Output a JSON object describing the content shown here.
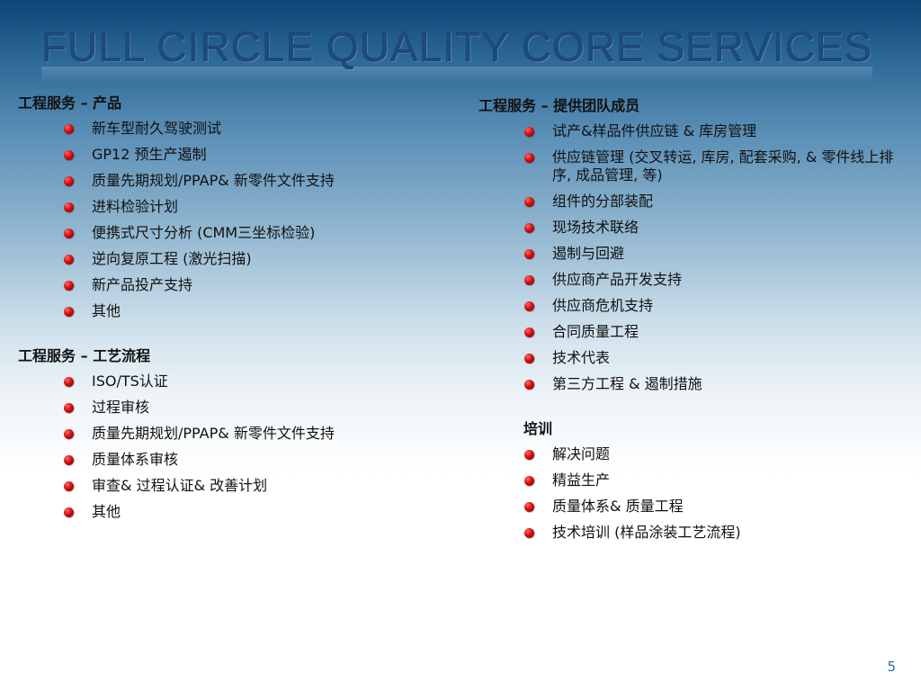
{
  "title": "FULL CIRCLE QUALITY CORE SERVICES",
  "left": {
    "sections": [
      {
        "heading": "工程服务 – 产品",
        "items": [
          "新车型耐久驾驶测试",
          "GP12 预生产遏制",
          "质量先期规划/PPAP& 新零件文件支持",
          "进料检验计划",
          "便携式尺寸分析 (CMM三坐标检验)",
          "逆向复原工程 (激光扫描)",
          "新产品投产支持",
          "其他"
        ]
      },
      {
        "heading": "工程服务 – 工艺流程",
        "items": [
          "ISO/TS认证",
          "过程审核",
          "质量先期规划/PPAP& 新零件文件支持",
          "质量体系审核",
          "审查& 过程认证& 改善计划",
          "其他"
        ]
      }
    ]
  },
  "right": {
    "sections": [
      {
        "heading": "工程服务 – 提供团队成员",
        "items": [
          "试产&样品件供应链 & 库房管理",
          "供应链管理 (交叉转运, 库房, 配套采购, & 零件线上排序, 成品管理, 等)",
          "组件的分部装配",
          "现场技术联络",
          "遏制与回避",
          "供应商产品开发支持",
          "供应商危机支持",
          "合同质量工程",
          "技术代表",
          "第三方工程 & 遏制措施"
        ]
      },
      {
        "heading": "培训",
        "items": [
          "解决问题",
          "精益生产",
          "质量体系& 质量工程",
          "技术培训 (样品涂装工艺流程)"
        ]
      }
    ]
  },
  "page_number": "5",
  "colors": {
    "title": "#1c4b7e",
    "bullet": "#d30f0f",
    "page_number": "#2f6fa6"
  }
}
